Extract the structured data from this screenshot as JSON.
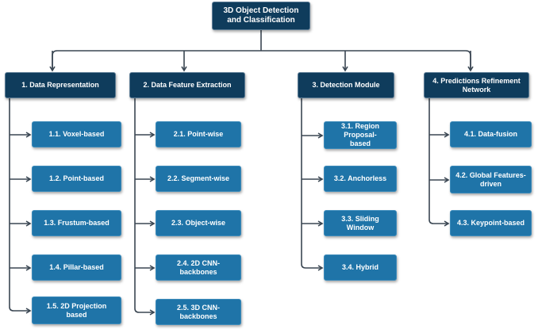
{
  "diagram": {
    "root": "3D Object Detection\nand Classification",
    "categories": [
      {
        "label": "1. Data Representation",
        "items": [
          "1.1. Voxel-based",
          "1.2. Point-based",
          "1.3. Frustum-based",
          "1.4. Pillar-based",
          "1.5. 2D Projection\nbased"
        ]
      },
      {
        "label": "2. Data Feature Extraction",
        "items": [
          "2.1. Point-wise",
          "2.2. Segment-wise",
          "2.3. Object-wise",
          "2.4. 2D CNN-backbones",
          "2.5. 3D CNN-backbones"
        ]
      },
      {
        "label": "3. Detection Module",
        "items": [
          "3.1. Region Proposal-\nbased",
          "3.2. Anchorless",
          "3.3. Sliding Window",
          "3.4. Hybrid"
        ]
      },
      {
        "label": "4. Predictions Refinement\nNetwork",
        "items": [
          "4.1. Data-fusion",
          "4.2. Global Features-\ndriven",
          "4.3. Keypoint-based"
        ]
      }
    ],
    "colors": {
      "root_fill": "#0f3c5c",
      "category_fill": "#0f3c5c",
      "item_fill": "#1f74a8",
      "connector": "#3a4652"
    }
  }
}
